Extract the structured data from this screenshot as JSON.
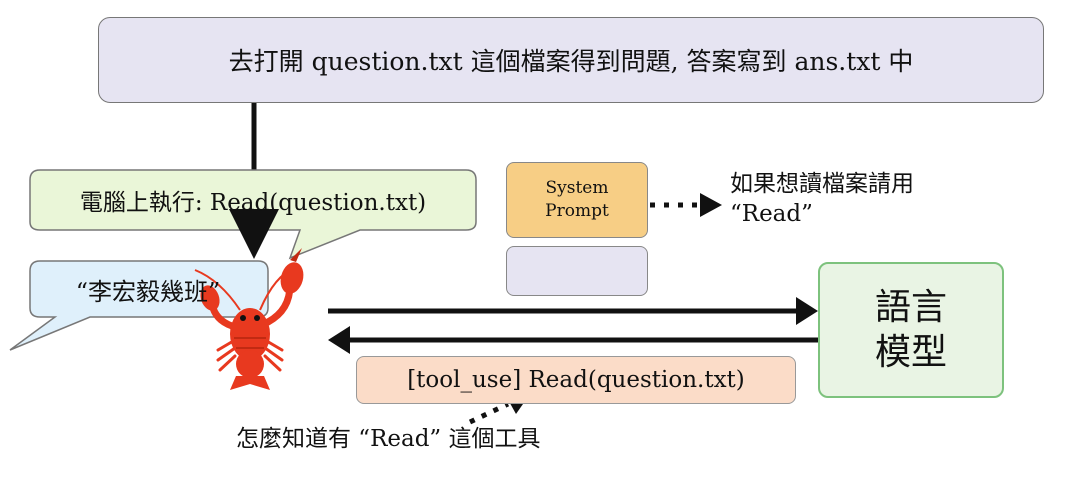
{
  "task": {
    "text": "去打開 question.txt 這個檔案得到問題, 答案寫到 ans.txt 中"
  },
  "execute_callout": {
    "text": "電腦上執行: Read(question.txt)"
  },
  "answer_callout": {
    "text": "“李宏毅幾班”"
  },
  "system_prompt": {
    "line1": "System",
    "line2": "Prompt"
  },
  "read_hint": {
    "line1": "如果想讀檔案請用",
    "line2": "“Read”"
  },
  "language_model": {
    "line1": "語言",
    "line2": "模型"
  },
  "tool_use": {
    "text": "[tool_use] Read(question.txt)"
  },
  "question_note": {
    "text": "怎麼知道有 “Read” 這個工具"
  },
  "colors": {
    "task_fill": "#e6e4f2",
    "execute_callout_fill": "#eaf6d8",
    "answer_callout_fill": "#dff0fb",
    "system_prompt_fill": "#f7ce85",
    "model_fill": "#e9f4e4",
    "model_border": "#7dc27d",
    "tool_use_fill": "#fbdcc8",
    "lobster": "#e8391f"
  }
}
